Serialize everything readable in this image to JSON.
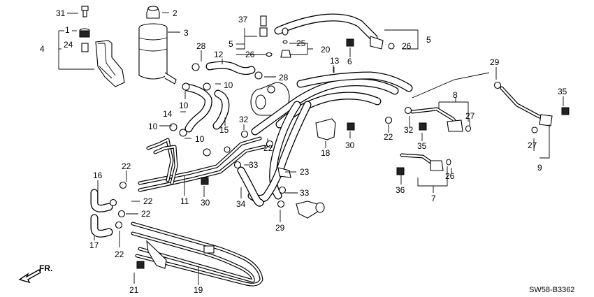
{
  "diagram": {
    "callouts": [
      {
        "id": "c1",
        "text": "1"
      },
      {
        "id": "c2",
        "text": "2"
      },
      {
        "id": "c3",
        "text": "3"
      },
      {
        "id": "c4",
        "text": "4"
      },
      {
        "id": "c5a",
        "text": "5"
      },
      {
        "id": "c5b",
        "text": "5"
      },
      {
        "id": "c6",
        "text": "6"
      },
      {
        "id": "c7",
        "text": "7"
      },
      {
        "id": "c8",
        "text": "8"
      },
      {
        "id": "c9",
        "text": "9"
      },
      {
        "id": "c10a",
        "text": "10"
      },
      {
        "id": "c10b",
        "text": "10"
      },
      {
        "id": "c10c",
        "text": "10"
      },
      {
        "id": "c10d",
        "text": "10"
      },
      {
        "id": "c11",
        "text": "11"
      },
      {
        "id": "c12",
        "text": "12"
      },
      {
        "id": "c13",
        "text": "13"
      },
      {
        "id": "c14",
        "text": "14"
      },
      {
        "id": "c15",
        "text": "15"
      },
      {
        "id": "c16",
        "text": "16"
      },
      {
        "id": "c17",
        "text": "17"
      },
      {
        "id": "c18",
        "text": "18"
      },
      {
        "id": "c19",
        "text": "19"
      },
      {
        "id": "c20",
        "text": "20"
      },
      {
        "id": "c21",
        "text": "21"
      },
      {
        "id": "c22a",
        "text": "22"
      },
      {
        "id": "c22b",
        "text": "22"
      },
      {
        "id": "c22c",
        "text": "22"
      },
      {
        "id": "c22d",
        "text": "22"
      },
      {
        "id": "c22e",
        "text": "22"
      },
      {
        "id": "c22f",
        "text": "22"
      },
      {
        "id": "c23",
        "text": "23"
      },
      {
        "id": "c24",
        "text": "24"
      },
      {
        "id": "c25",
        "text": "25"
      },
      {
        "id": "c26a",
        "text": "26"
      },
      {
        "id": "c26b",
        "text": "26"
      },
      {
        "id": "c26c",
        "text": "26"
      },
      {
        "id": "c27a",
        "text": "27"
      },
      {
        "id": "c27b",
        "text": "27"
      },
      {
        "id": "c28a",
        "text": "28"
      },
      {
        "id": "c28b",
        "text": "28"
      },
      {
        "id": "c29a",
        "text": "29"
      },
      {
        "id": "c29b",
        "text": "29"
      },
      {
        "id": "c30a",
        "text": "30"
      },
      {
        "id": "c30b",
        "text": "30"
      },
      {
        "id": "c31",
        "text": "31"
      },
      {
        "id": "c32a",
        "text": "32"
      },
      {
        "id": "c32b",
        "text": "32"
      },
      {
        "id": "c33a",
        "text": "33"
      },
      {
        "id": "c33b",
        "text": "33"
      },
      {
        "id": "c34",
        "text": "34"
      },
      {
        "id": "c35a",
        "text": "35"
      },
      {
        "id": "c35b",
        "text": "35"
      },
      {
        "id": "c36",
        "text": "36"
      },
      {
        "id": "c37",
        "text": "37"
      }
    ],
    "direction_label": "FR.",
    "diagram_code": "SW58-B3362"
  }
}
